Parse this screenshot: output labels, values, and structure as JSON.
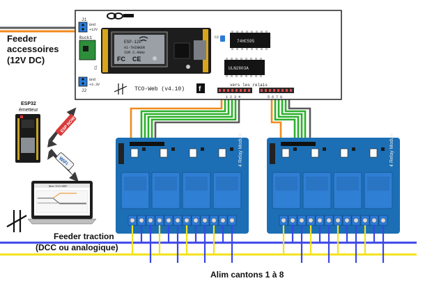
{
  "labels": {
    "feeder_acc_1": "Feeder",
    "feeder_acc_2": "accessoires",
    "feeder_acc_3": "(12V DC)",
    "esp32_1": "ESP32",
    "esp32_2": "émetteur",
    "espnow": "ESP NOW",
    "wifi": "WiFi",
    "feeder_traction": "Feeder traction",
    "dcc": "(DCC ou analogique)",
    "alim": "Alim cantons 1 à 8"
  },
  "board": {
    "j1": "J1",
    "gnd": "Gnd",
    "v12": "+12V",
    "buck": "Buck1",
    "j2": "J2",
    "gnd2": "Gnd",
    "v33": "+3.3V",
    "c1": "C1",
    "c2": "C2",
    "ic1": "74HC595",
    "ic2": "ULN2803A",
    "title": "TCO-Web (v4.10)",
    "relais": "vers les relais",
    "nums_left": "1 2 3 4",
    "nums_right": "5 6 7 8",
    "esp_text_1": "ESP-12F",
    "esp_text_2": "AI-THINKER",
    "esp_text_3": "ISM 2.4GHz",
    "fc": "FC",
    "ce": "CE"
  },
  "modules": [
    {
      "side_label": "4 Relay Module"
    },
    {
      "side_label": "4 Relay Module"
    }
  ],
  "laptop": {
    "title": "Mon TCO WiFi"
  },
  "colors": {
    "blue_rail": "#3a46e8",
    "yellow_rail": "#f2e21a",
    "orange_wire": "#f08a1c",
    "green_wire": "#2bb02b",
    "gray_wire": "#5a5a5a",
    "relay_pcb": "#1c6fb5",
    "relay_block": "#2f7fd4",
    "terminal": "#2a7bd8"
  }
}
